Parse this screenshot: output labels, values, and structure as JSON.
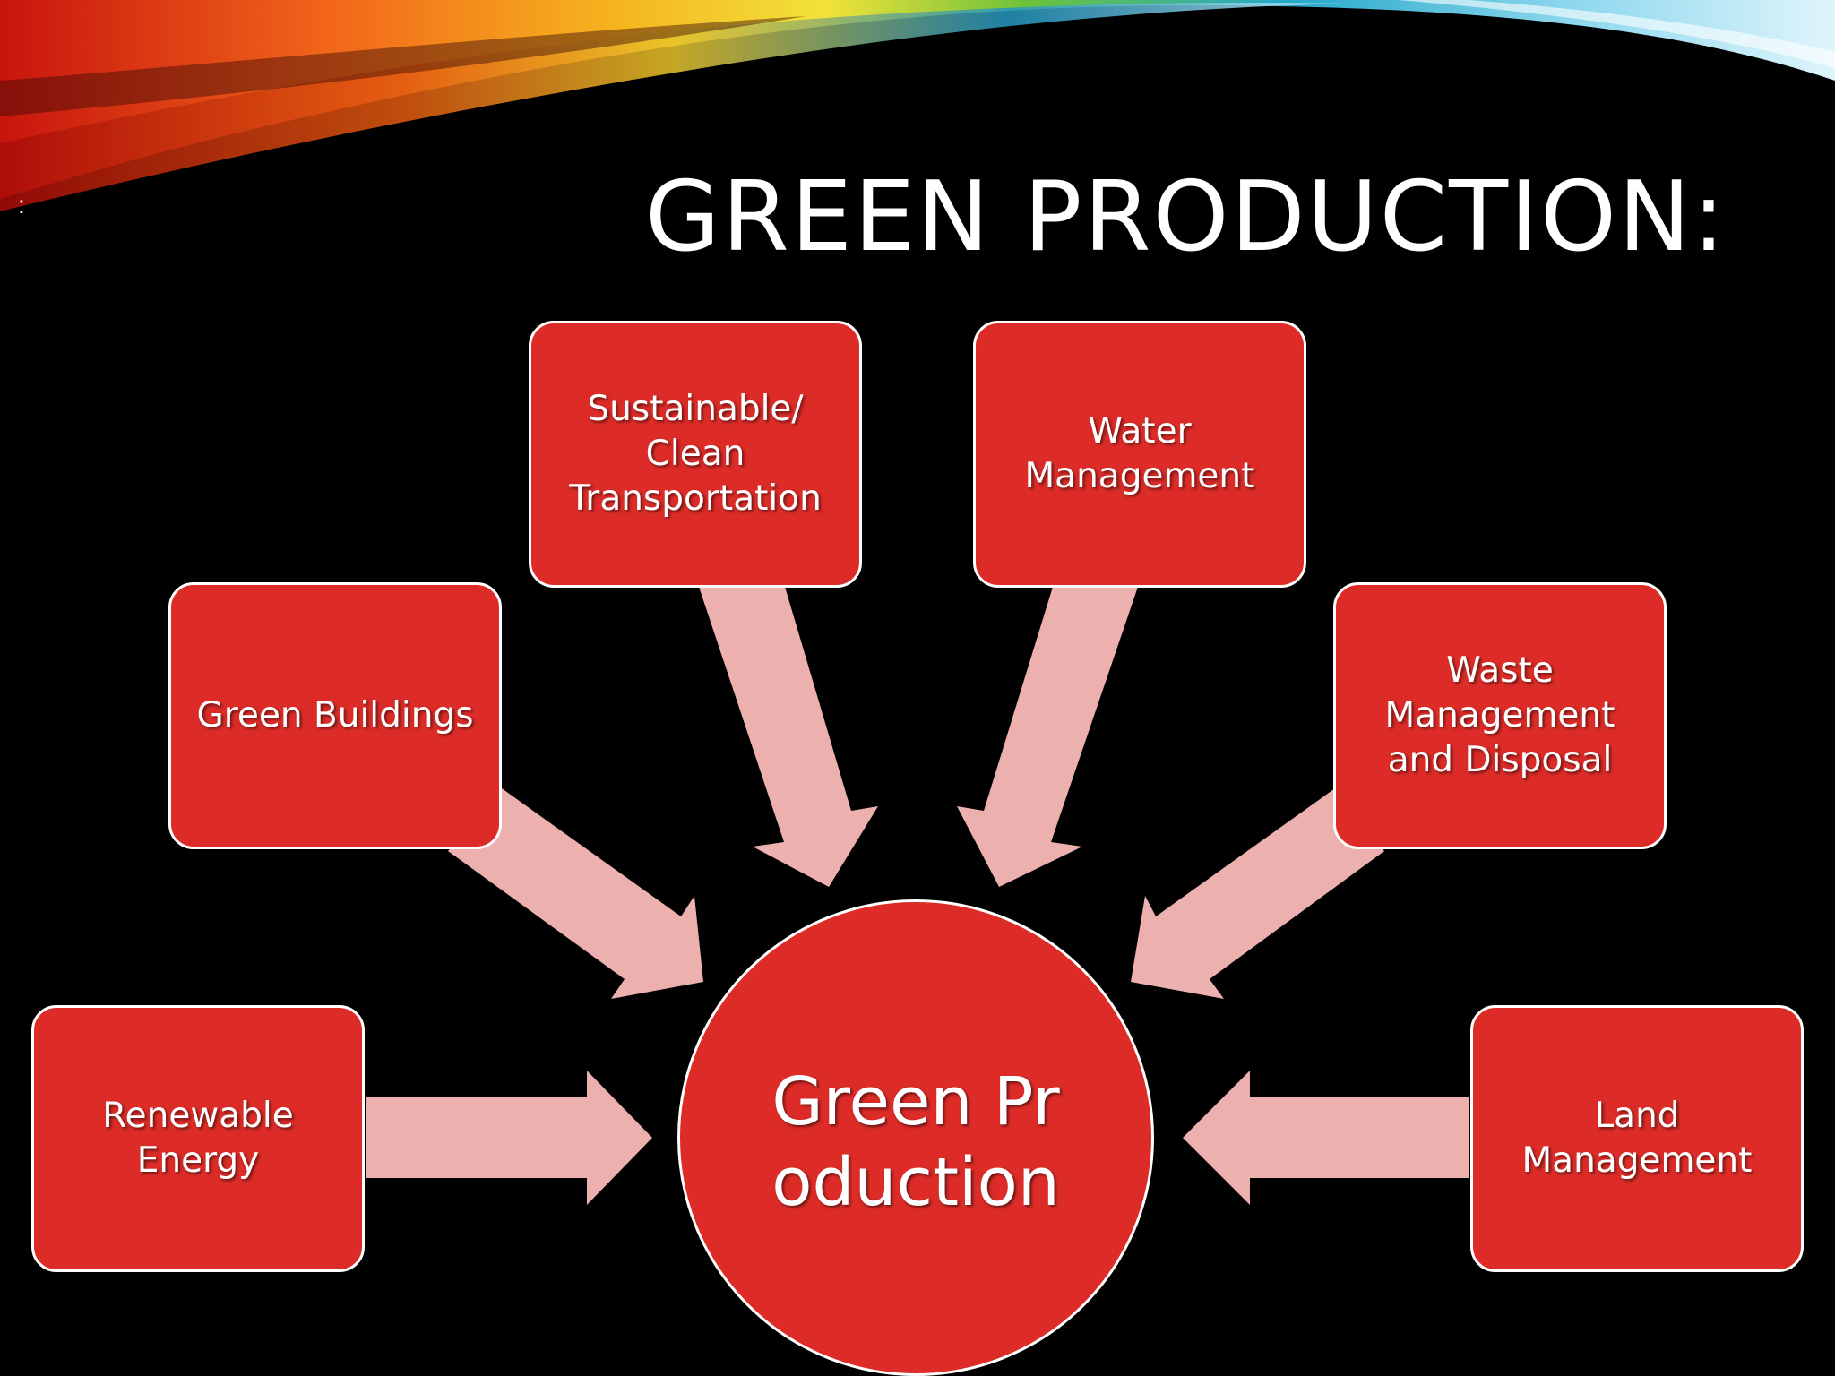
{
  "slide": {
    "title": "GREEN PRODUCTION:",
    "side_mark": ":"
  },
  "colors": {
    "background": "#000000",
    "node_fill": "#dd2c28",
    "node_border": "#ffffff",
    "arrow_fill": "#ecb0ae",
    "text": "#ffffff"
  },
  "diagram": {
    "hub": {
      "label": "Green Production"
    },
    "nodes": [
      {
        "id": "renewable-energy",
        "label": "Renewable Energy"
      },
      {
        "id": "green-buildings",
        "label": "Green Buildings"
      },
      {
        "id": "sustainable-transportation",
        "label": "Sustainable/ Clean Transportation"
      },
      {
        "id": "water-management",
        "label": "Water Management"
      },
      {
        "id": "waste-management",
        "label": "Waste Management and Disposal"
      },
      {
        "id": "land-management",
        "label": "Land Management"
      }
    ],
    "edges": [
      {
        "from": "renewable-energy",
        "to": "hub"
      },
      {
        "from": "green-buildings",
        "to": "hub"
      },
      {
        "from": "sustainable-transportation",
        "to": "hub"
      },
      {
        "from": "water-management",
        "to": "hub"
      },
      {
        "from": "waste-management",
        "to": "hub"
      },
      {
        "from": "land-management",
        "to": "hub"
      }
    ]
  }
}
